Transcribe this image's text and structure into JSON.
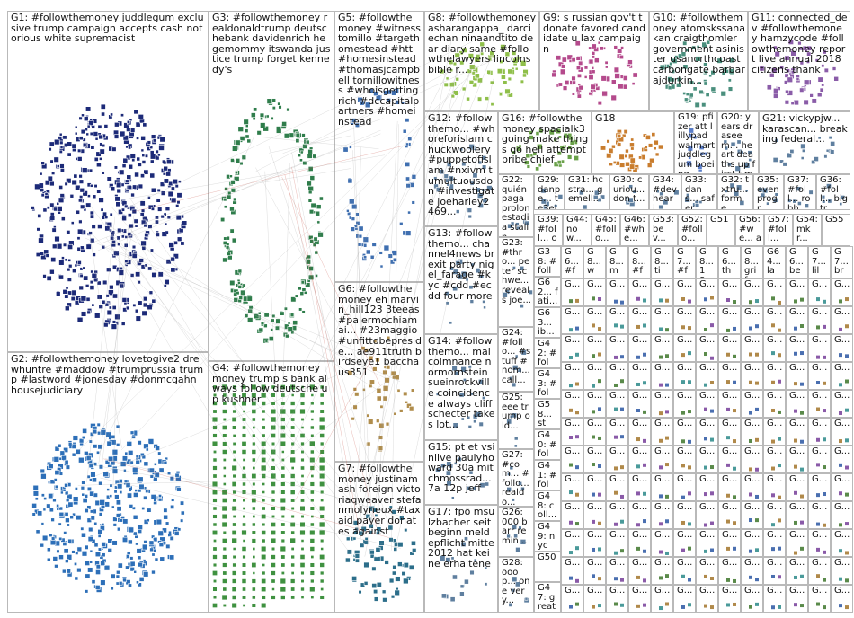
{
  "colors": {
    "border": "#b9b9b9",
    "edge_gray": "#9c9c9c",
    "edge_red": "#c0392b",
    "G1": "#1c2a78",
    "G2": "#2d6fb8",
    "G3": "#2f7d4b",
    "G4": "#3f9140",
    "G5": "#3f6fb0",
    "G6": "#b08d4c",
    "G7": "#2c6e8a",
    "G8": "#8fbf4a",
    "G9": "#b44a8c",
    "G10": "#4a8f7d",
    "G11": "#8a5ca8",
    "G18": "#c97d2e",
    "G16": "#6aa14a",
    "G19": "#5a7ec9",
    "default": "#5f7f9f"
  },
  "groups": [
    {
      "id": "G1",
      "label": "G1: #followthemoney juddlegum exclusive trump campaign accepts cash notorious white supremacist"
    },
    {
      "id": "G2",
      "label": "G2: #followthemoney lovetogive2 drewhuntre #maddow #trumprussia trump #lastword #jonesday #donmcgahn housejudiciary"
    },
    {
      "id": "G3",
      "label": "G3: #followthemoney realdonaldtrump deutschebank davidenrich hegemommy itswanda justice trump forget kennedy's"
    },
    {
      "id": "G4",
      "label": "G4: #followthemoney money trump s bank always follow deutsche up kushner"
    },
    {
      "id": "G5",
      "label": "G5: #followthemoney #witnesstomillo #targethomestead #htt #homesinstead #thomasjcampbell tornillowitness #whoisgettingrich #dccapitalpartners #homeinstead"
    },
    {
      "id": "G6",
      "label": "G6: #followthemoney eh marvin_hill123 3teeas #palermochiamai... #23maggio #unfittobepreside... ae911truth birdseye1 bacchaus351"
    },
    {
      "id": "G7",
      "label": "G7: #followthemoney justinamash foreign victoriaqweaver stefanmolyneux #tax aid payer donates against"
    },
    {
      "id": "G8",
      "label": "G8: #followthemoney asharangappa_ darciechan ninaandtito dear diary same #followthelawyers lincolnsbible r..."
    },
    {
      "id": "G9",
      "label": "G9: s russian gov't t donate favored candidate u lax campaign"
    },
    {
      "id": "G10",
      "label": "G10: #followthemoney atomskssanakan craigthomler government asinister usanorthcoast carbongate barbarajdurkin..."
    },
    {
      "id": "G11",
      "label": "G11: connected_dev #followthemoney hamzycode #followthemoney report live annual 2018 citizens thank"
    },
    {
      "id": "G12",
      "label": "G12: #followthemo... #whoreforislam chuckwoolery #puppetofislam #nxivm tumultuousdon #investigate joeharley2469..."
    },
    {
      "id": "G13",
      "label": "G13: #followthemo... channel4news brexit party nigel_farage #kyc #cdd #ecdd four more"
    },
    {
      "id": "G14",
      "label": "G14: #followthemo... malcolmnance normornstein sueinrockville coincidence always cliffschecter takes lot..."
    },
    {
      "id": "G15",
      "label": "G15: pt et vsinlive paulyhoward 30a mitchmossrad... 7a 12p jeff"
    },
    {
      "id": "G16",
      "label": "G16: #followthemoney spacialk3 going make things go hell attempt bribe chief"
    },
    {
      "id": "G17",
      "label": "G17: fpö msulzbacher seit beginn meldepflicht mitte 2012 hat keine erhaltene"
    },
    {
      "id": "G18",
      "label": "G18"
    },
    {
      "id": "G19",
      "label": "G19: pfizer att lillypad walmart juddlegum boeing..."
    },
    {
      "id": "G20",
      "label": "G20: years draseem... heart deaths up first time..."
    },
    {
      "id": "G21",
      "label": "G21: vickypjw... karascan... breaking federal..."
    },
    {
      "id": "G22",
      "label": "G22: quién paga prolon estadia stalin..."
    },
    {
      "id": "G23",
      "label": "G23: #thro... peter schwe... reveals joe..."
    },
    {
      "id": "G24",
      "label": "G24: #follo... #stuff #nom... call..."
    },
    {
      "id": "G25",
      "label": "G25: eee trump old..."
    },
    {
      "id": "G26",
      "label": "G26: 000 barr remin..."
    },
    {
      "id": "G27",
      "label": "G27: #com... #follo... realdo..."
    },
    {
      "id": "G28",
      "label": "G28: ooop... one very..."
    },
    {
      "id": "G29",
      "label": "G29: danpe... te3ej"
    },
    {
      "id": "G30",
      "label": "G30: curiou... don t..."
    },
    {
      "id": "G31",
      "label": "G31: hcstra... gemell..."
    },
    {
      "id": "G32",
      "label": "G32: txtru... forme..."
    },
    {
      "id": "G33",
      "label": "G33: dans... safer..."
    },
    {
      "id": "G34",
      "label": "G34: #dev heari..."
    },
    {
      "id": "G35",
      "label": "G35: even progr..."
    },
    {
      "id": "G36",
      "label": "G36: #foll... bigtr..."
    },
    {
      "id": "G37",
      "label": "G37: #foll... robh..."
    }
  ],
  "small_labels": {
    "r1": [
      "G39: #foll... our...",
      "G44: now...",
      "G45: #follo...",
      "G46: #whe...",
      "G53: bev...",
      "G52: #follo...",
      "G51",
      "G56: #we... ang...",
      "G57: #foll...",
      "G54: mkr...",
      "G55"
    ],
    "r2": [
      "G6... #fo...",
      "G8... we...",
      "G8... mo...",
      "G8... #fo...",
      "G8... tim...",
      "G7... #fo...",
      "G8... 18...",
      "G6... the...",
      "G8... grif...",
      "G64... lan...",
      "G6... ber...",
      "G7... lila...",
      "G7... bru..."
    ],
    "col": [
      "G38: #follo... mitc...",
      "G62... fati...",
      "G63... lib...",
      "G42: #foll... ban...",
      "G43: #foll... mo...",
      "G58... sto...",
      "G40: #foll... nick...",
      "G41: #foll... sas...",
      "G48: coll... #foll...",
      "G49: nycl... timg...",
      "G50",
      "G47: great line..."
    ],
    "grid": "G..."
  }
}
